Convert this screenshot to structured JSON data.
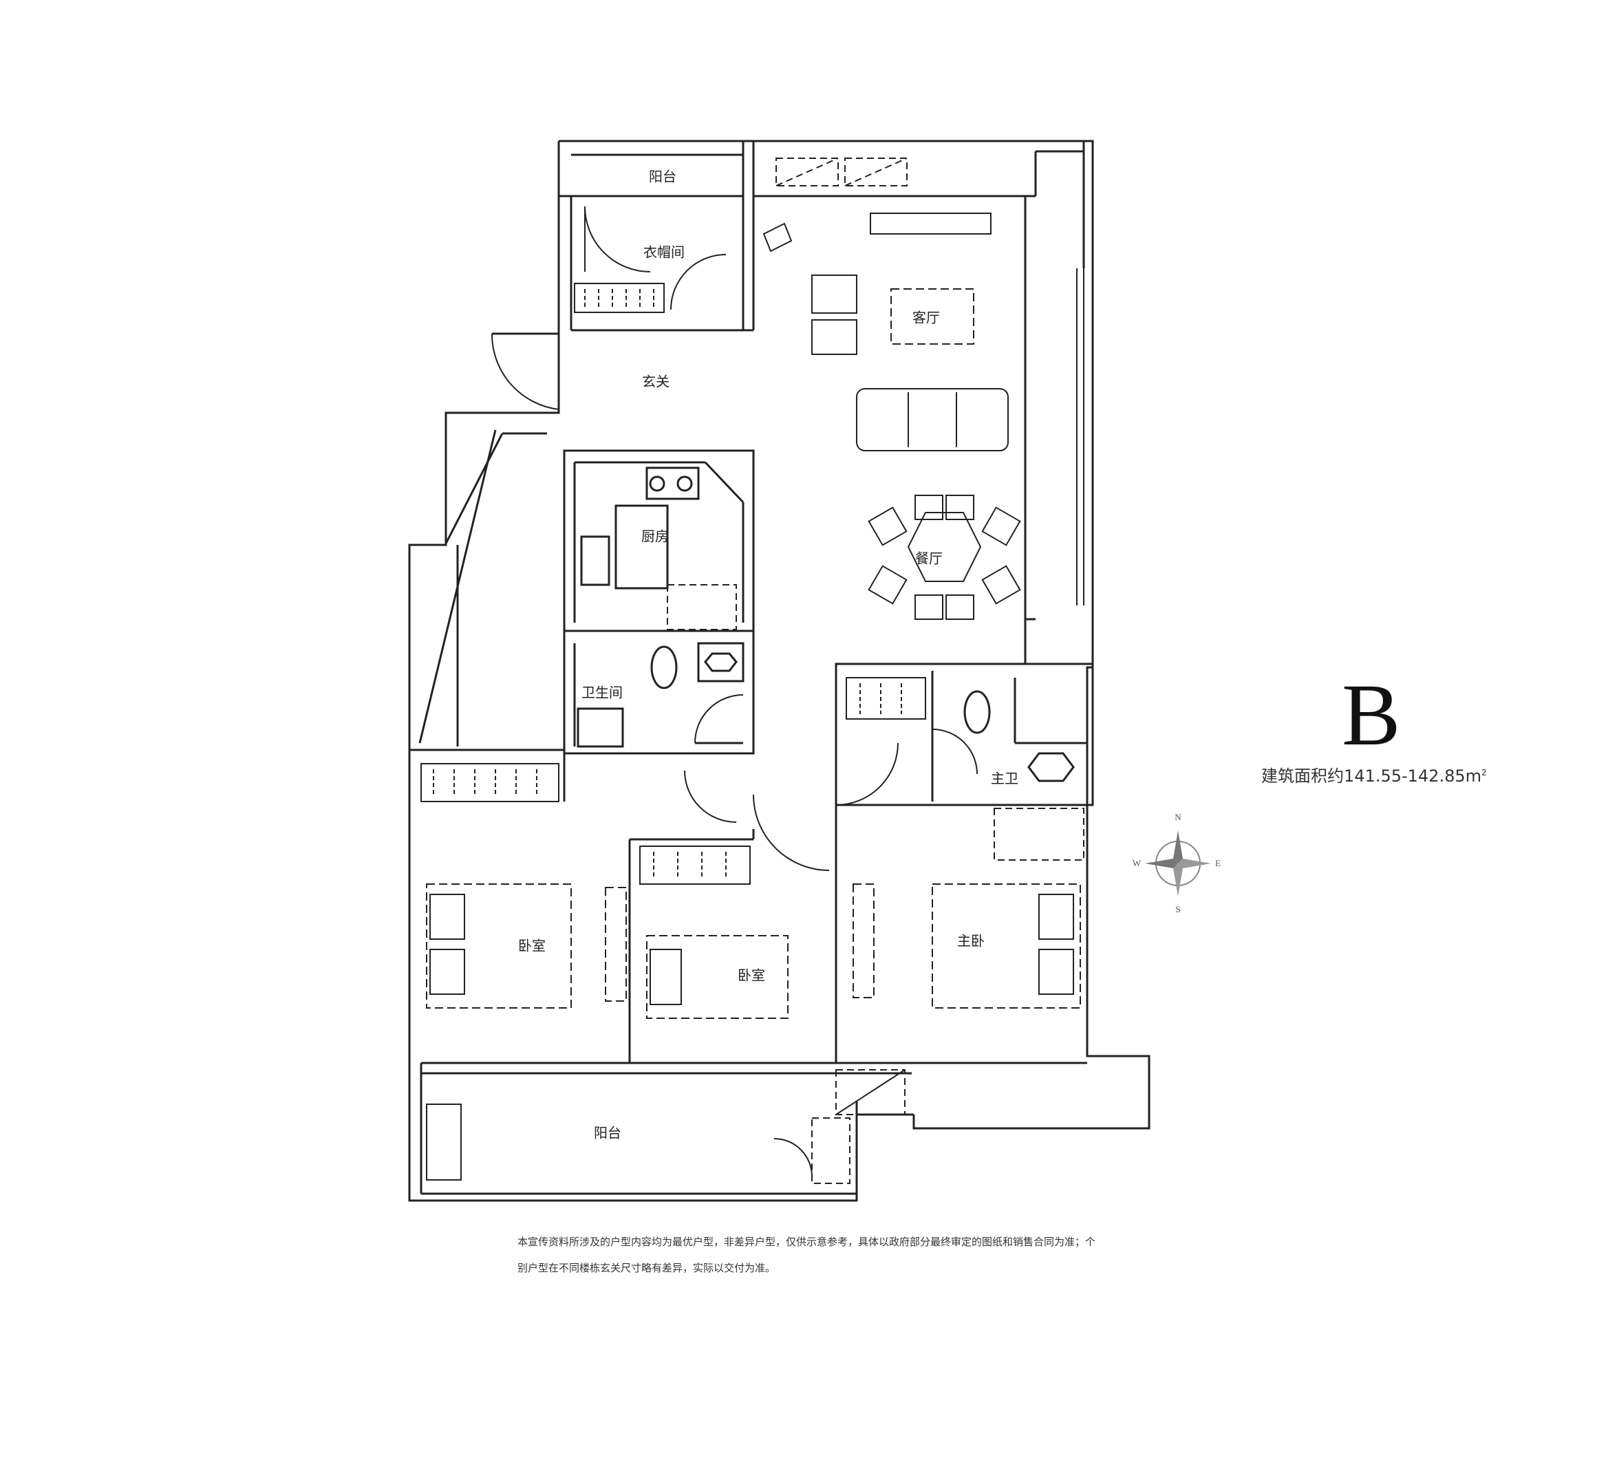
{
  "rooms": {
    "balcony_top": "阳台",
    "cloakroom": "衣帽间",
    "living": "客厅",
    "foyer": "玄关",
    "kitchen": "厨房",
    "dining": "餐厅",
    "bathroom": "卫生间",
    "master_bath": "主卫",
    "bedroom_left": "卧室",
    "bedroom_middle": "卧室",
    "master_bedroom": "主卧",
    "balcony_bottom": "阳台"
  },
  "unit_type": "B",
  "area": {
    "label": "建筑面积约",
    "value": "141.55-142.85m",
    "unit_sup": "2"
  },
  "compass": {
    "n": "N",
    "s": "S",
    "e": "E",
    "w": "W"
  },
  "disclaimer": {
    "line1": "本宣传资料所涉及的户型内容均为最优户型，非差异户型，仅供示意参考，具体以政府部分最终审定的图纸和销售合同为准；个",
    "line2": "别户型在不同楼栋玄关尺寸略有差异，实际以交付为准。"
  }
}
